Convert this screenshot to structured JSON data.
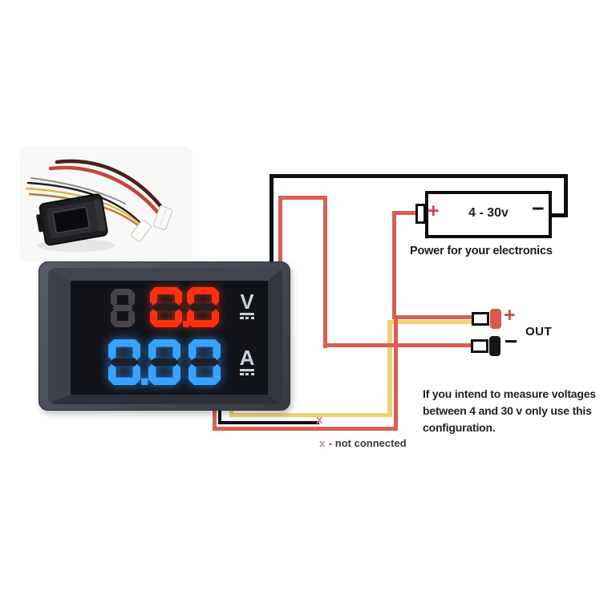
{
  "meter": {
    "voltage_value": "0.0",
    "voltage_ghost": "8",
    "voltage_unit": "V",
    "current_value": "0.00",
    "current_unit": "A"
  },
  "battery": {
    "plus": "+",
    "label": "4 - 30v",
    "minus": "−",
    "caption": "Power for your electronics"
  },
  "out": {
    "plus": "+",
    "minus": "−",
    "label": "OUT"
  },
  "note": {
    "marker": "x",
    "text": "- not connected"
  },
  "instruction": {
    "lines": [
      "If you intend to measure voltages",
      "between 4 and 30 v only use this",
      "configuration."
    ]
  },
  "colors": {
    "wire_red": "#d75f55",
    "wire_yellow": "#f0d173",
    "wire_black": "#0e0e0e",
    "digit_red": "#ff3010",
    "digit_red_off": "#281e20",
    "digit_blue": "#38a3ff",
    "digit_blue_off": "#19212d",
    "digit_ghost": "#4a444c",
    "meter_case": "#454953",
    "meter_window": "#121318",
    "unit_text": "#cbd0d8",
    "marker_red": "#d4837d",
    "battery_plus_red": "#c94b42",
    "out_cap_red": "#d85a50",
    "text": "#1e1e1e"
  }
}
